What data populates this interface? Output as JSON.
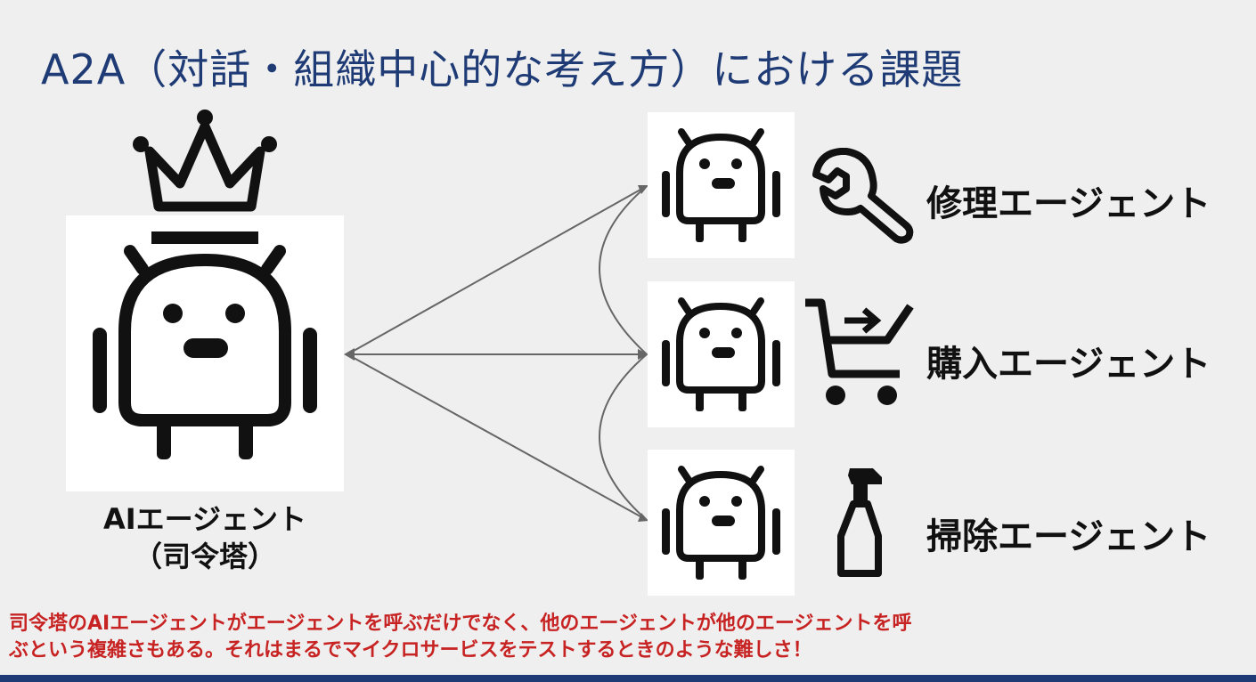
{
  "title": "A2A（対話・組織中心的な考え方）における課題",
  "commander": {
    "name": "AIエージェント",
    "role": "（司令塔）"
  },
  "agents": [
    {
      "label": "修理エージェント",
      "icon": "wrench-icon"
    },
    {
      "label": "購入エージェント",
      "icon": "shopping-cart-icon"
    },
    {
      "label": "掃除エージェント",
      "icon": "spray-bottle-icon"
    }
  ],
  "caption": {
    "line1": "司令塔のAIエージェントがエージェントを呼ぶだけでなく、他のエージェントが他のエージェントを呼",
    "line2": "ぶという複雑さもある。それはまるでマイクロサービスをテストするときのような難しさ！"
  },
  "colors": {
    "title": "#1f3b75",
    "caption": "#c82323",
    "background": "#efefef",
    "arrow": "#666666"
  }
}
